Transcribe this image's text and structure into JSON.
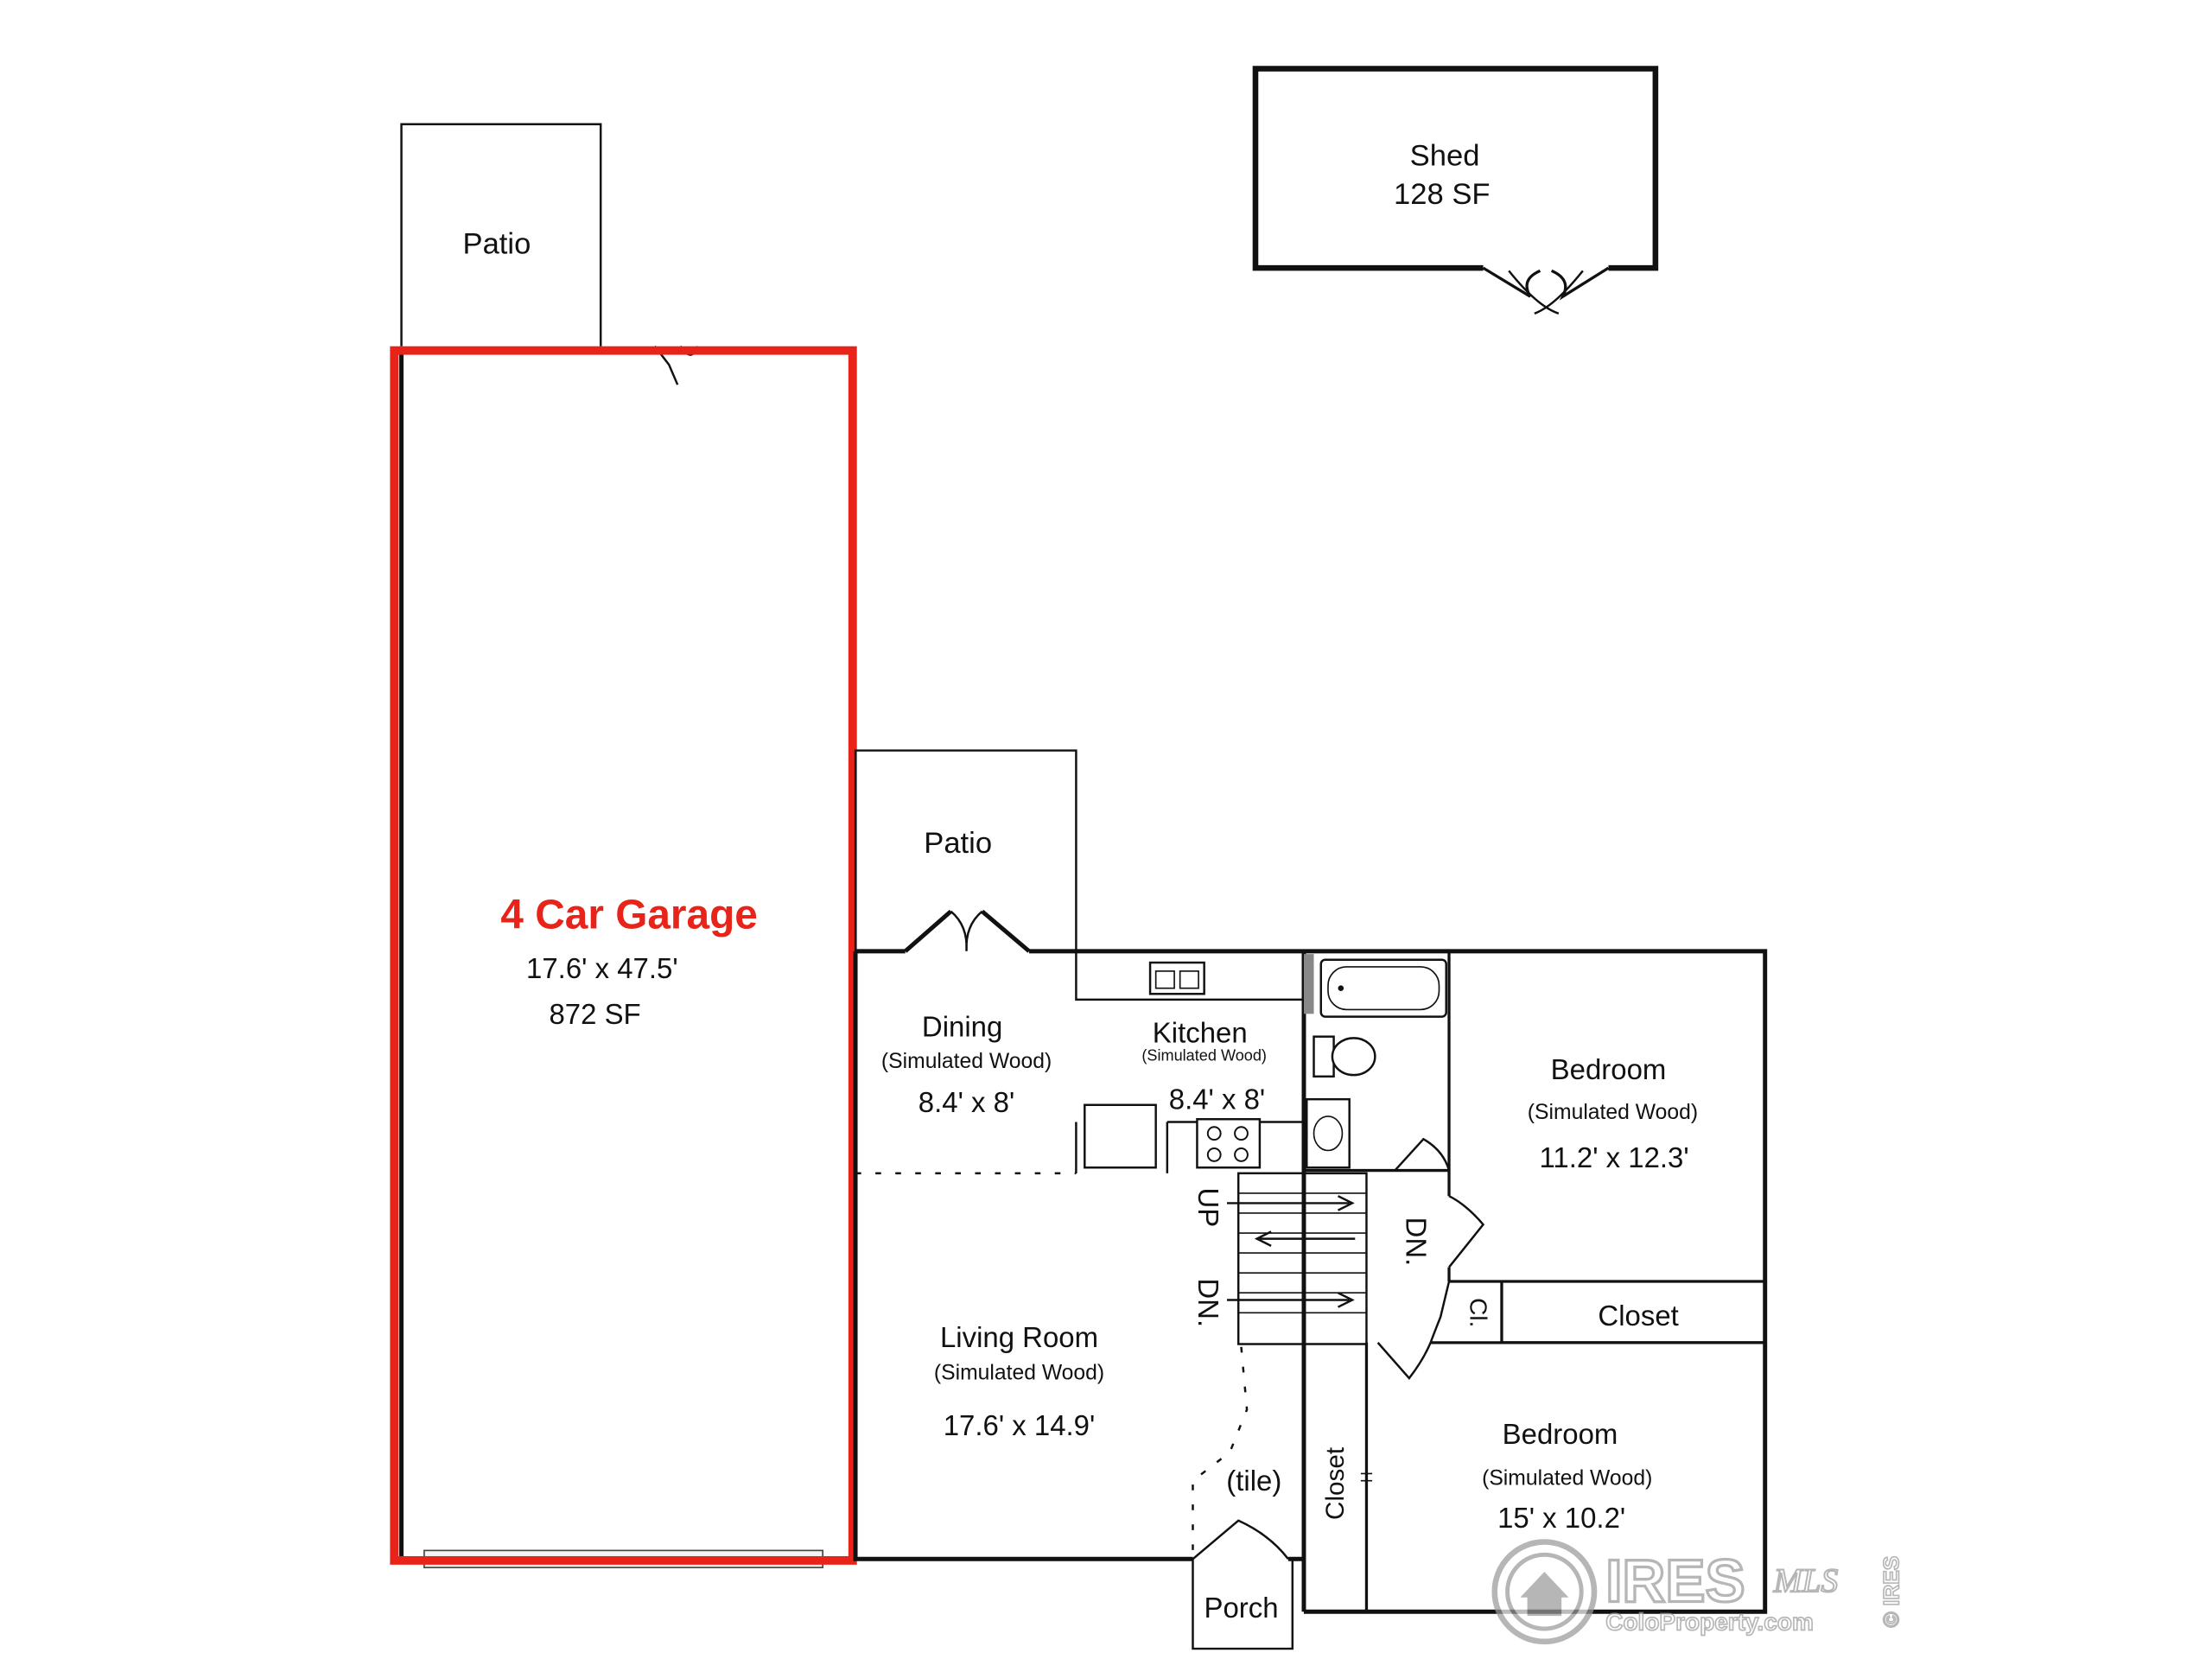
{
  "colors": {
    "garage_highlight": "#e8241a",
    "wall": "#111111"
  },
  "shed": {
    "name": "Shed",
    "area": "128 SF"
  },
  "patio_north": {
    "name": "Patio"
  },
  "garage": {
    "name": "4 Car Garage",
    "dims": "17.6' x 47.5'",
    "area": "872 SF"
  },
  "patio_mid": {
    "name": "Patio"
  },
  "dining": {
    "name": "Dining",
    "floor": "(Simulated Wood)",
    "dims": "8.4' x 8'"
  },
  "kitchen": {
    "name": "Kitchen",
    "floor": "(Simulated Wood)",
    "dims": "8.4' x 8'"
  },
  "living": {
    "name": "Living Room",
    "floor": "(Simulated Wood)",
    "dims": "17.6' x 14.9'"
  },
  "bedroom_1": {
    "name": "Bedroom",
    "floor": "(Simulated Wood)",
    "dims": "11.2' x 12.3'"
  },
  "bedroom_2": {
    "name": "Bedroom",
    "floor": "(Simulated Wood)",
    "dims": "15' x 10.2'"
  },
  "closet_right": {
    "name": "Closet"
  },
  "closet_vertical": {
    "name": "Closet"
  },
  "closet_small": {
    "name": "Cl."
  },
  "stairs": {
    "up": "UP",
    "down_left": "DN.",
    "down_right": "DN."
  },
  "tile": {
    "label": "(tile)"
  },
  "porch": {
    "name": "Porch"
  },
  "watermark": {
    "brand": "IRES",
    "mls": "MLS",
    "site": "ColoProperty.com",
    "side": "© IRES"
  }
}
